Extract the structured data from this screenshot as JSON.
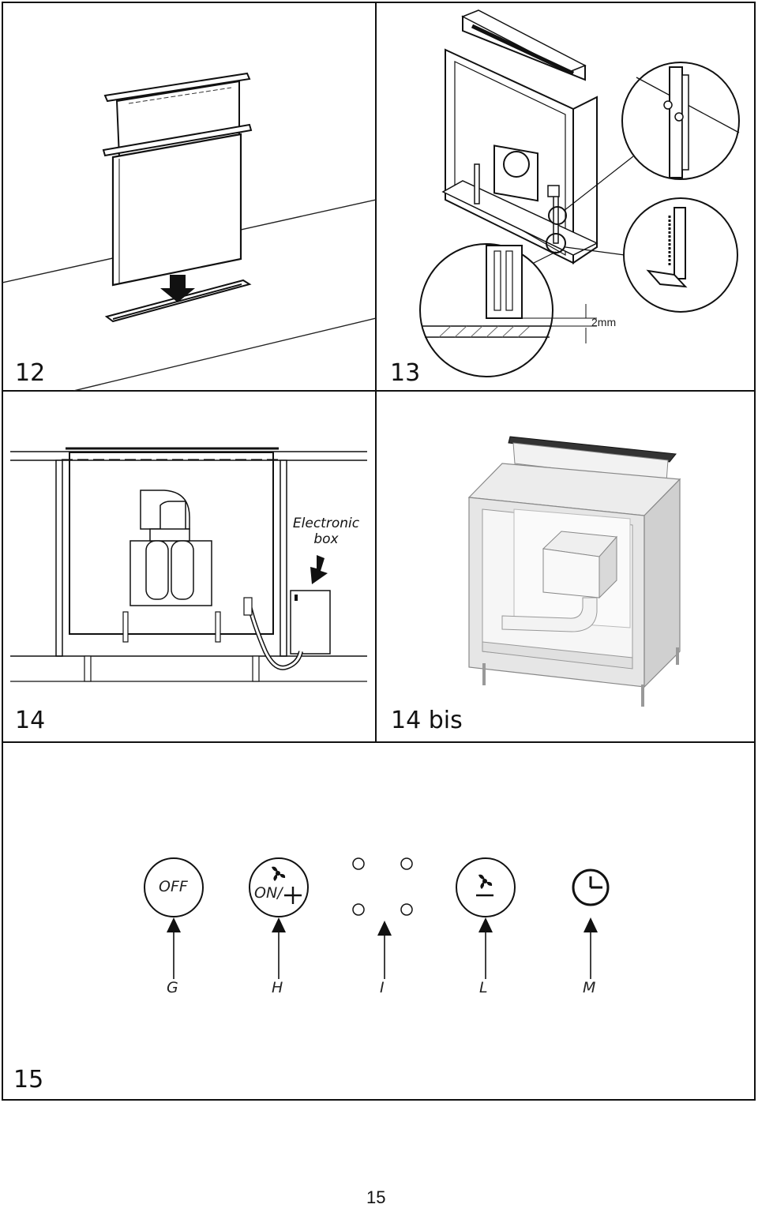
{
  "figures": {
    "fig12": {
      "number": "12"
    },
    "fig13": {
      "number": "13",
      "dimension": "2mm"
    },
    "fig14": {
      "number": "14",
      "callout_line1": "Electronic",
      "callout_line2": "box"
    },
    "fig14bis": {
      "number": "14 bis"
    },
    "fig15": {
      "number": "15",
      "buttons": [
        {
          "text": "OFF",
          "icon": "off-icon",
          "letter": "G"
        },
        {
          "text": "ON/+",
          "icon": "fan-plus-icon",
          "letter": "H"
        },
        {
          "text": "",
          "icon": "led-indicators-icon",
          "letter": "I"
        },
        {
          "text": "",
          "icon": "fan-minus-icon",
          "letter": "L"
        },
        {
          "text": "",
          "icon": "clock-icon",
          "letter": "M"
        }
      ]
    }
  },
  "page_number": "15"
}
